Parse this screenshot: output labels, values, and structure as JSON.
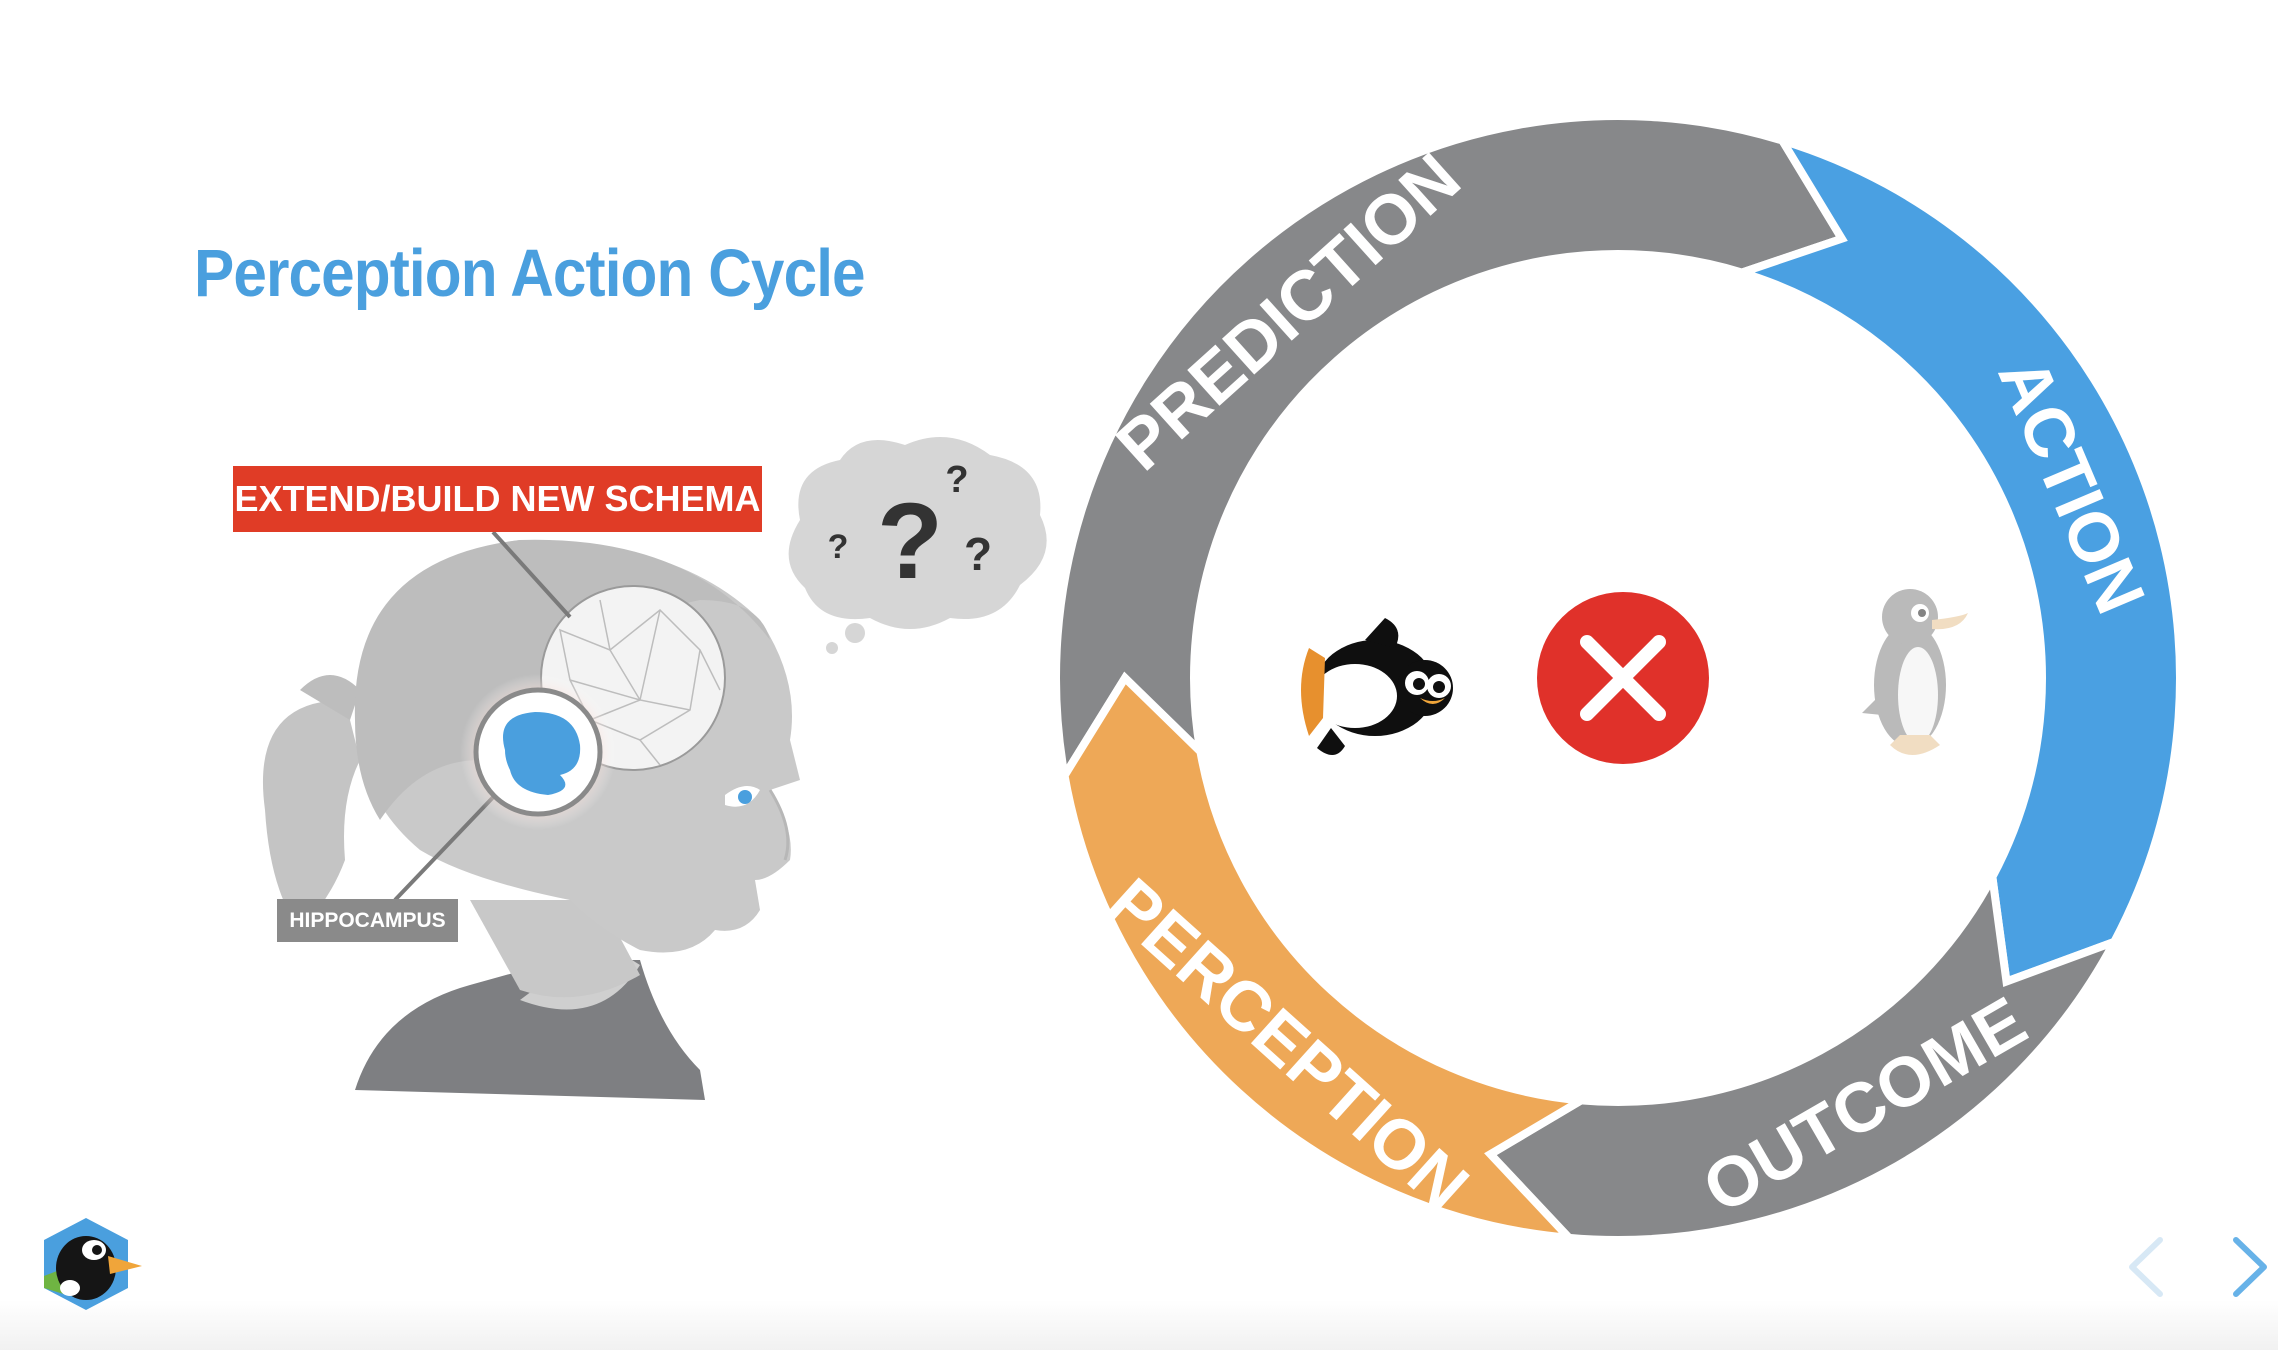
{
  "slide": {
    "title": "Perception Action Cycle"
  },
  "head_illustration": {
    "schema_label": "EXTEND/BUILD NEW SCHEMA",
    "hippocampus_label": "HIPPOCAMPUS",
    "thought_bubble_icon": "question-marks-icon"
  },
  "cycle": {
    "segments": [
      {
        "label": "PREDICTION",
        "color": "#87888a"
      },
      {
        "label": "ACTION",
        "color": "#4aa0e2"
      },
      {
        "label": "OUTCOME",
        "color": "#87888a"
      },
      {
        "label": "PERCEPTION",
        "color": "#eea857"
      }
    ],
    "center_icons": [
      "penguin-icon",
      "x-mark-icon",
      "faded-penguin-icon"
    ],
    "x_color": "#e0312a"
  },
  "navigation": {
    "prev_icon": "chevron-left-icon",
    "next_icon": "chevron-right-icon"
  },
  "brand": {
    "logo_icon": "bird-logo-icon"
  }
}
